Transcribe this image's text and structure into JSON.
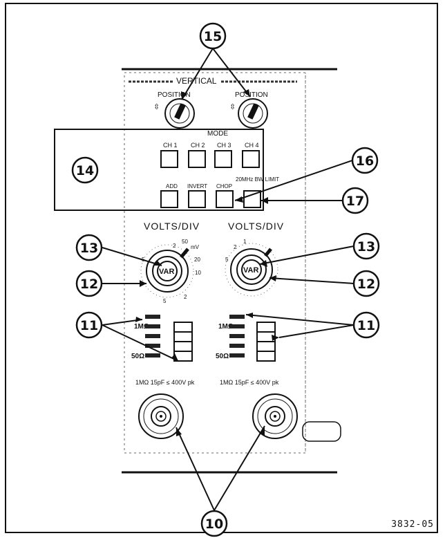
{
  "panel": {
    "title": "VERTICAL",
    "position_labels": [
      "POSITION",
      "POSITION"
    ],
    "mode": {
      "title": "MODE",
      "buttons_row1": [
        "CH 1",
        "CH 2",
        "CH 3",
        "CH 4"
      ],
      "buttons_row2": [
        "ADD",
        "INVERT",
        "CHOP",
        "20MHz BW LIMIT"
      ]
    },
    "volts_div": [
      "VOLTS/DIV",
      "VOLTS/DIV"
    ],
    "var_label": [
      "VAR",
      "VAR"
    ],
    "impedance_left": [
      "1MΩ",
      "50Ω"
    ],
    "impedance_right": [
      "1MΩ",
      "50Ω"
    ],
    "input_spec": [
      "1MΩ 15pF ≤ 400V pk",
      "1MΩ 15pF ≤ 400V pk"
    ],
    "dial_marks": [
      "1",
      "2",
      "50",
      "mV",
      "20",
      "10",
      "5",
      "2",
      "5",
      "2",
      "5"
    ]
  },
  "callouts": {
    "c15": "15",
    "c14": "14",
    "c16": "16",
    "c17": "17",
    "c13_left": "13",
    "c13_right": "13",
    "c12_left": "12",
    "c12_right": "12",
    "c11_left": "11",
    "c11_right": "11",
    "c10": "10"
  },
  "figure_number": "3832-05"
}
